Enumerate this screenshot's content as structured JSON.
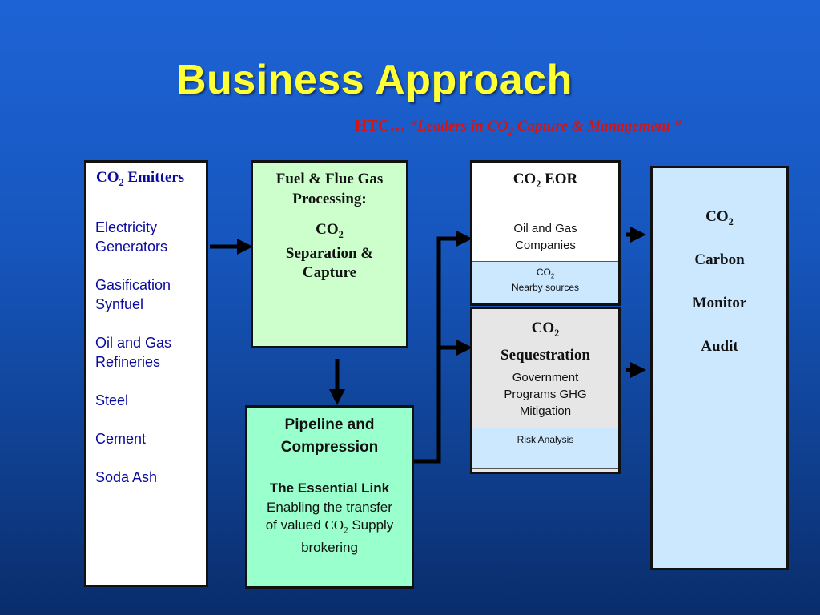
{
  "slide": {
    "title": "Business Approach",
    "subtitle_prefix": "HTC… ",
    "subtitle_quote_open": "“Leaders in CO",
    "subtitle_quote_sub": "2",
    "subtitle_quote_close": " Capture & Management ”"
  },
  "emitters": {
    "header_prefix": "CO",
    "header_sub": "2",
    "header_suffix": " Emitters",
    "items": [
      "Electricity",
      "Generators",
      "Gasification",
      "Synfuel",
      "Oil and Gas",
      "Refineries",
      "Steel",
      "Cement",
      "Soda Ash"
    ]
  },
  "fuel": {
    "header_line1": "Fuel & Flue Gas",
    "header_line2": "Processing:",
    "co2_prefix": "CO",
    "co2_sub": "2",
    "line2": "Separation &",
    "line3": "Capture"
  },
  "pipeline": {
    "header_line1": "Pipeline and",
    "header_line2": "Compression",
    "link_title": "The Essential Link",
    "desc_line1": "Enabling the transfer",
    "desc_line2_prefix": "of valued ",
    "desc_line2_co": "CO",
    "desc_line2_sub": "2",
    "desc_line2_suffix": " Supply",
    "desc_line3": "brokering"
  },
  "eor": {
    "header_prefix": "CO",
    "header_sub": "2",
    "header_suffix": " EOR",
    "sub_line1": "Oil and Gas",
    "sub_line2": "Companies",
    "strip_prefix": "CO",
    "strip_sub": "2",
    "strip_line2": "Nearby sources"
  },
  "sequestration": {
    "header_prefix": "CO",
    "header_sub": "2",
    "header_line2": "Sequestration",
    "sub_line1": "Government",
    "sub_line2": "Programs GHG",
    "sub_line3": "Mitigation",
    "strip": "Risk Analysis"
  },
  "carbon": {
    "item1_prefix": "CO",
    "item1_sub": "2",
    "item2": "Carbon",
    "item3": "Monitor",
    "item4": "Audit"
  },
  "colors": {
    "background": "#1656bd",
    "title": "#ffff33",
    "subtitle": "#d41515",
    "emitters_text": "#0a0a9e",
    "fuel_fill": "#ccffcc",
    "pipeline_fill": "#99ffcc",
    "carbon_fill": "#cce8ff"
  }
}
